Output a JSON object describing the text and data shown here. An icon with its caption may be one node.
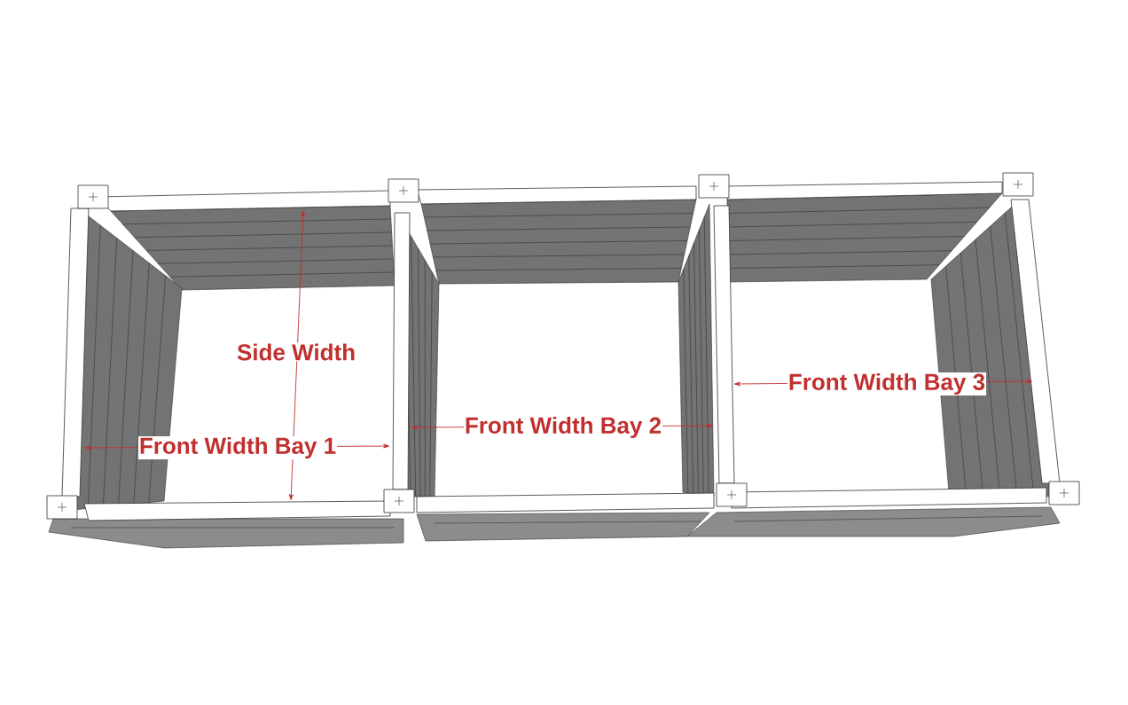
{
  "diagram": {
    "labels": [
      "Side Width",
      "Front Width Bay 3",
      "Front Width Bay 2",
      "Front Width Bay 1"
    ]
  }
}
